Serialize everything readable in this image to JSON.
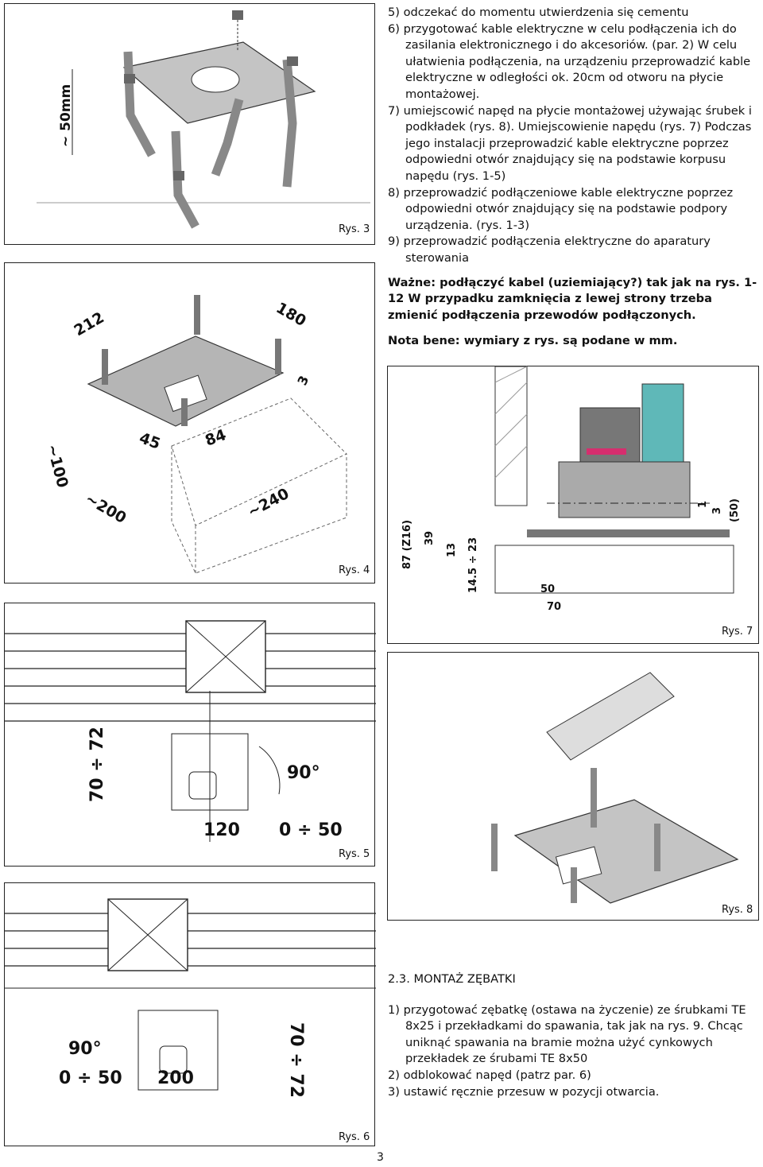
{
  "text": {
    "items": [
      "5) odczekać do momentu utwierdzenia się cementu",
      "6) przygotować kable elektryczne w celu podłączenia ich do zasilania elektronicznego i do akcesoriów. (par. 2) W celu ułatwienia podłączenia, na urządzeniu przeprowadzić kable elektryczne w odległości ok. 20cm od otworu na płycie montażowej.",
      "7) umiejscowić napęd na płycie montażowej używając śrubek i podkładek (rys. 8). Umiejscowienie napędu (rys. 7) Podczas jego instalacji przeprowadzić kable elektryczne poprzez odpowiedni otwór znajdujący się na podstawie korpusu napędu (rys. 1-5)",
      "8) przeprowadzić podłączeniowe kable elektryczne poprzez odpowiedni otwór znajdujący się na podstawie podpory urządzenia. (rys. 1-3)",
      "9) przeprowadzić podłączenia elektryczne do aparatury sterowania"
    ],
    "important": "Ważne: podłączyć kabel (uziemiający?) tak jak na rys. 1-12 W przypadku zamknięcia z lewej strony trzeba zmienić podłączenia przewodów podłączonych.",
    "note": "Nota bene: wymiary z rys. są podane w mm."
  },
  "section": {
    "heading": "2.3. MONTAŻ ZĘBATKI",
    "items": [
      "1) przygotować zębatkę (ostawa na życzenie) ze śrubkami TE 8x25 i przekładkami do spawania, tak jak na rys. 9. Chcąc uniknąć spawania na bramie można użyć cynkowych przekładek ze śrubami TE 8x50",
      "2) odblokować napęd (patrz par. 6)",
      "3) ustawić ręcznie przesuw w pozycji otwarcia."
    ]
  },
  "figures": {
    "rys3": {
      "label": "Rys. 3",
      "dim": "~ 50mm"
    },
    "rys4": {
      "label": "Rys. 4",
      "dims": [
        "212",
        "180",
        "3",
        "45",
        "84",
        "~100",
        "~200",
        "~240"
      ]
    },
    "rys5": {
      "label": "Rys. 5",
      "dims": [
        "70 ÷ 72",
        "90°",
        "120",
        "0 ÷ 50"
      ]
    },
    "rys6": {
      "label": "Rys. 6",
      "dims": [
        "90°",
        "70 ÷ 72",
        "0 ÷ 50",
        "200"
      ]
    },
    "rys7": {
      "label": "Rys. 7",
      "dims": [
        "87 (Z16)",
        "39",
        "13",
        "14.5 ÷ 23",
        "50",
        "70",
        "1",
        "3",
        "(50)"
      ]
    },
    "rys8": {
      "label": "Rys. 8"
    }
  },
  "page_number": "3",
  "colors": {
    "plate": "#b5b5b5",
    "motor": "#6f6f6f",
    "cover": "#5fb8b8",
    "accent": "#d62e6e"
  }
}
